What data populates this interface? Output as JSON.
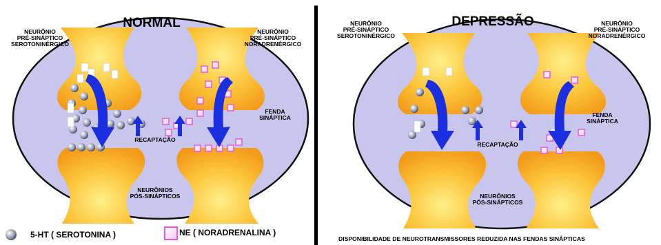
{
  "normal": {
    "title": "NORMAL",
    "pre_sero_label": "NEURÔNIO\nPRÉ-SINÁPTICO\nSEROTONINÉRGICO",
    "pre_nor_label": "NEURÔNIO\nPRÉ-SINÁPTICO\nNORADRENÉRGICO",
    "cleft_label": "FENDA\nSINÁPTICA",
    "reuptake_label": "RECAPTAÇÃO",
    "post_label": "NEURÔNIOS\nPÓS-SINÁPTICOS"
  },
  "depression": {
    "title": "DEPRESSÃO",
    "pre_sero_label": "NEURÔNIO\nPRÉ-SINÁPTICO\nSEROTONINÉRGICO",
    "pre_nor_label": "NEURÔNIO\nPRÉ-SINÁPTICO\nNORADRENÉRGICO",
    "cleft_label": "FENDA\nSINÁPTICA",
    "reuptake_label": "RECAPTAÇÃO",
    "post_label": "NEURÔNIOS\nPÓS-SINÁPTICOS",
    "caption": "DISPONIBILIDADE DE NEUROTRANSMISSORES REDUZIDA NAS FENDAS SINÁPTICAS"
  },
  "legend": {
    "serotonin_label": "5-HT ( SEROTONINA )",
    "noradrenaline_label": "NE ( NORADRENALINA )"
  },
  "colors": {
    "ellipse_fill": "#c9c6ee",
    "neuron_orange": "#f7a823",
    "neuron_yellow": "#fde25a",
    "arrow_blue": "#1c2fe0",
    "ne_pink": "#e85ad7",
    "sero_gray": "#4b5468"
  }
}
